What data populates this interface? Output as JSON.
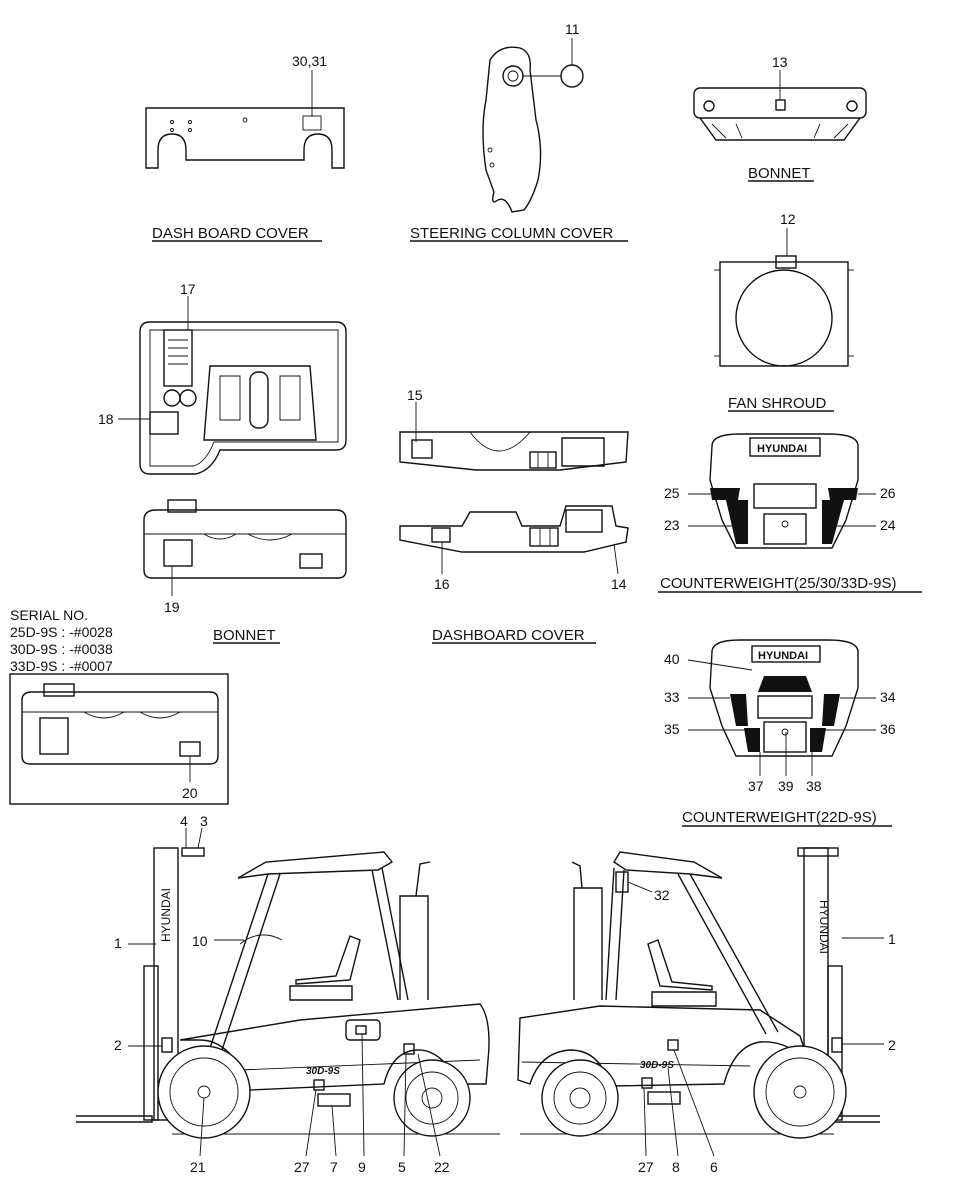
{
  "captions": {
    "dash_board_cover": "DASH BOARD COVER",
    "steering_column_cover": "STEERING COLUMN COVER",
    "bonnet_top": "BONNET",
    "fan_shroud": "FAN SHROUD",
    "bonnet_mid": "BONNET",
    "dashboard_cover": "DASHBOARD COVER",
    "counterweight_a": "COUNTERWEIGHT(25/30/33D-9S)",
    "counterweight_b": "COUNTERWEIGHT(22D-9S)"
  },
  "serial": {
    "title": "SERIAL NO.",
    "line1": "25D-9S : -#0028",
    "line2": "30D-9S : -#0038",
    "line3": "33D-9S : -#0007"
  },
  "brand": "HYUNDAI",
  "model_badge": "30D-9S",
  "callouts": {
    "c30_31": "30,31",
    "c11": "11",
    "c13": "13",
    "c12": "12",
    "c17": "17",
    "c18": "18",
    "c15": "15",
    "c16": "16",
    "c14": "14",
    "c19": "19",
    "c20": "20",
    "c25": "25",
    "c26": "26",
    "c23": "23",
    "c24": "24",
    "c40": "40",
    "c33": "33",
    "c34": "34",
    "c35": "35",
    "c36": "36",
    "c37": "37",
    "c39": "39",
    "c38": "38",
    "c4": "4",
    "c3": "3",
    "c1_left": "1",
    "c10": "10",
    "c2_left": "2",
    "c21": "21",
    "c27_left": "27",
    "c7": "7",
    "c9": "9",
    "c5": "5",
    "c22": "22",
    "c32": "32",
    "c1_right": "1",
    "c2_right": "2",
    "c27_right": "27",
    "c8": "8",
    "c6": "6"
  }
}
